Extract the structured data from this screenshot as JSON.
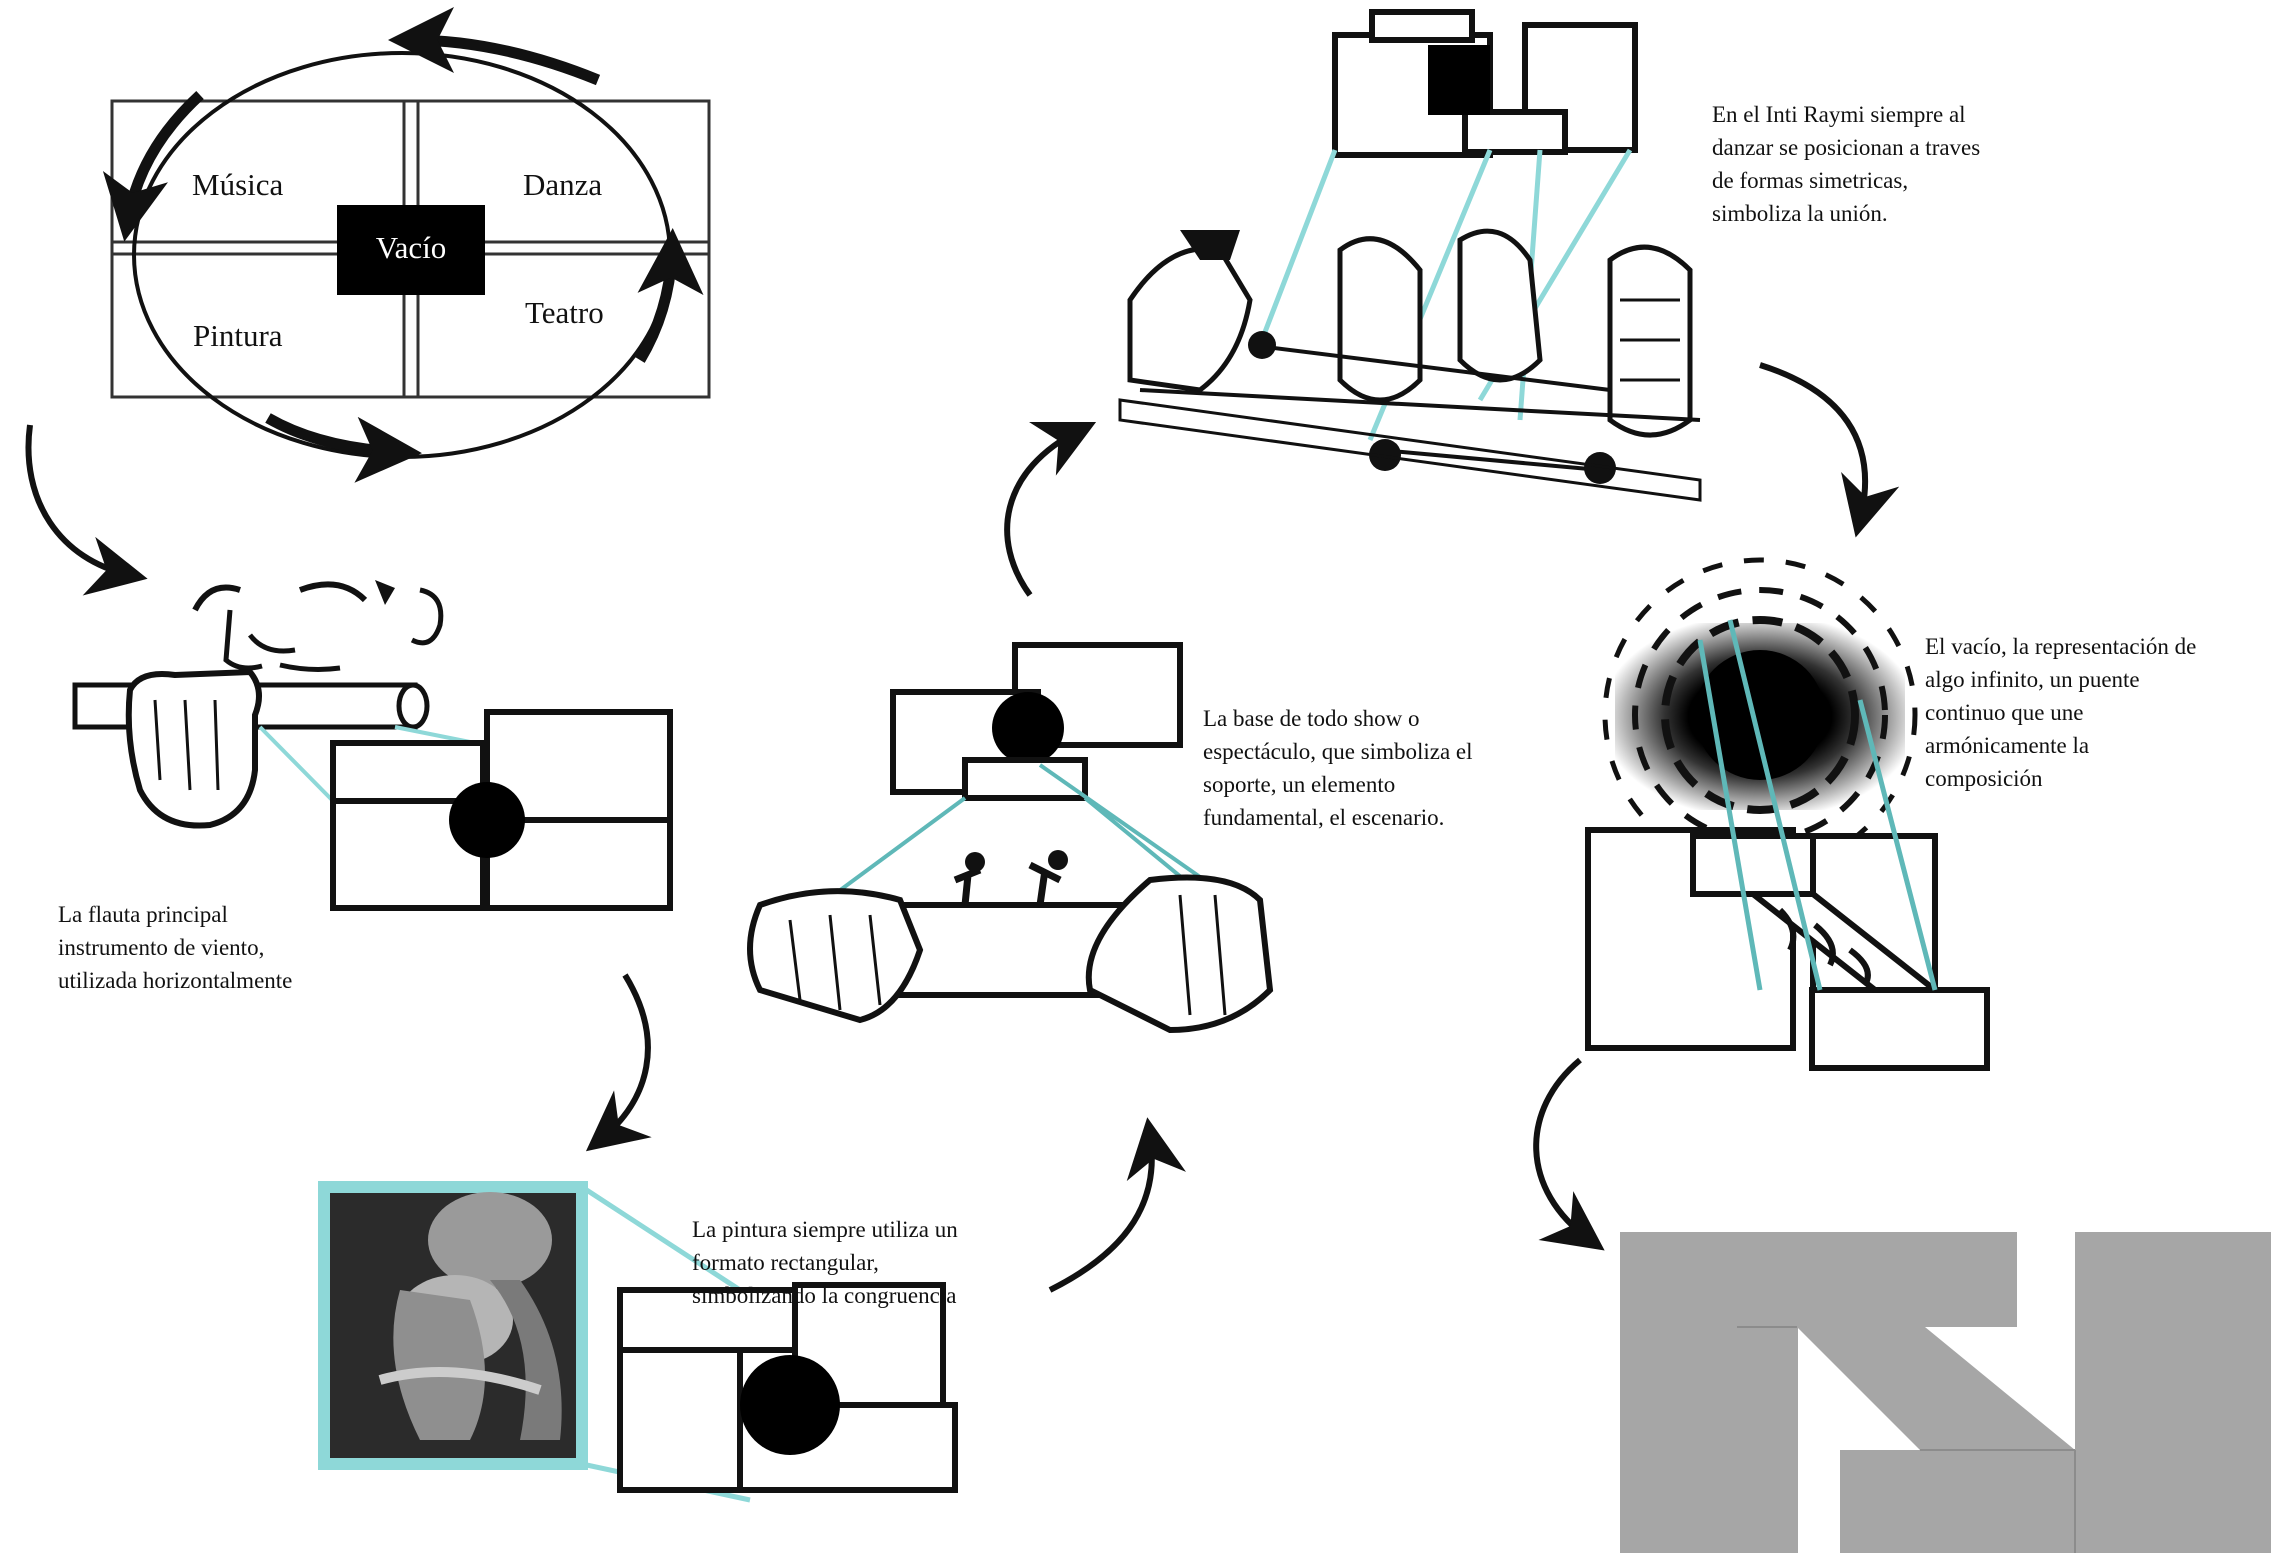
{
  "diagram": {
    "quadrants": {
      "top_left": "Música",
      "top_right": "Danza",
      "bottom_left": "Pintura",
      "bottom_right": "Teatro",
      "center": "Vacío"
    },
    "captions": {
      "flute": [
        "La flauta principal",
        "instrumento de viento,",
        "utilizada horizontalmente"
      ],
      "painting": [
        "La pintura siempre utiliza un",
        "formato rectangular,",
        "simbolizando la congruencia"
      ],
      "stage": [
        "La base de todo show o",
        "espectáculo, que simboliza el",
        "soporte, un elemento",
        "fundamental, el escenario."
      ],
      "dance": [
        "En el Inti Raymi siempre al",
        "danzar se posicionan a traves",
        "de formas simetricas,",
        "simboliza la unión."
      ],
      "void": [
        "El vacío, la representación de",
        "algo infinito, un puente",
        "continuo que une",
        "armónicamente la",
        "composición"
      ]
    },
    "colors": {
      "ink": "#111111",
      "accent_cyan": "#8ed8d8",
      "final_logo_gray": "#a6a6a6",
      "painting_bg": "#2b2b2b"
    },
    "icons": [
      "cycle-arrow-icon",
      "flute-player-icon",
      "painting-icon",
      "hands-stage-icon",
      "dancers-icon",
      "vortex-icon",
      "logo-mark-icon"
    ]
  }
}
